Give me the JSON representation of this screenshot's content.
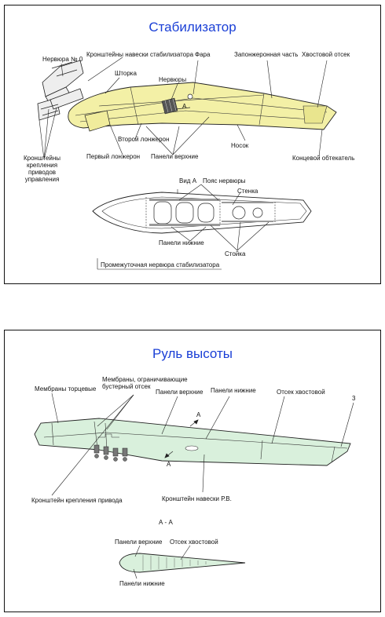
{
  "stabilizer": {
    "title": "Стабилизатор",
    "labels": {
      "rib0": "Нервюра № 0",
      "brackets_mount": "Кронштейны навески стабилизатора",
      "headlight": "Фара",
      "spar_part": "Запонжеронная часть",
      "tail_section": "Хвостовой отсек",
      "flap": "Шторка",
      "ribs": "Нервюры",
      "view_a_marker": "А",
      "second_spar": "Второй лонжерон",
      "first_spar": "Первый лонжерон",
      "upper_panels": "Панели верхние",
      "nose": "Носок",
      "end_fairing": "Концевой обтекатель",
      "control_brackets": "Кронштейны\nкрепления\nприводов\nуправления"
    },
    "section": {
      "view_label": "Вид  А",
      "rib_chord": "Пояс нервюры",
      "wall": "Стенка",
      "lower_panels": "Панели нижние",
      "posts": "Стойка",
      "caption": "Промежуточная нервюра стабилизатора"
    }
  },
  "elevator": {
    "title": "Руль высоты",
    "labels": {
      "end_membranes": "Мембраны торцевые",
      "limit_membranes": "Мембраны, ограничивающие\nбустерный отсек",
      "upper_panels": "Панели верхние",
      "lower_panels": "Панели нижние",
      "tail_section": "Отсек хвостовой",
      "number_3": "3",
      "marker_a1": "А",
      "marker_a2": "А",
      "drive_bracket": "Кронштейн крепления привода",
      "hinge_bracket": "Кронштейн навески Р.В."
    },
    "section": {
      "title": "А - А",
      "upper_panels": "Панели верхние",
      "tail_section": "Отсек хвостовой",
      "lower_panels": "Панели нижние"
    }
  },
  "colors": {
    "stabilizer_fill": "#f3f0a6",
    "elevator_fill": "#d9f0dc",
    "title_color": "#1a3fd6",
    "border": "#111111"
  }
}
